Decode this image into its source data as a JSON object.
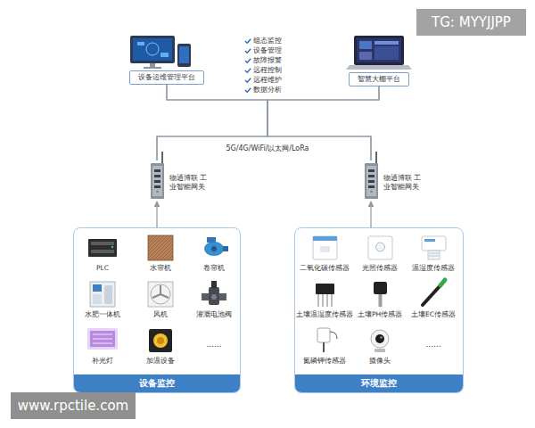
{
  "diagram": {
    "nodes": [
      {
        "text": [
          "设备运维管理平台"
        ]
      },
      {
        "text": [
          "智慧大棚平台"
        ]
      },
      {
        "text": [
          "物通博联 工业智能网关"
        ]
      },
      {
        "text": [
          "物通博联 工业智能网关"
        ]
      },
      {
        "text": [
          "设备监控"
        ]
      },
      {
        "text": [
          "PLC"
        ],
        "in": 4
      },
      {
        "text": [
          "水帘机"
        ],
        "in": 4
      },
      {
        "text": [
          "卷帘机"
        ],
        "in": 4
      },
      {
        "text": [
          "水肥一体机"
        ],
        "in": 4
      },
      {
        "text": [
          "风机"
        ],
        "in": 4
      },
      {
        "text": [
          "灌溉电池阀"
        ],
        "in": 4
      },
      {
        "text": [
          "补光灯"
        ],
        "in": 4
      },
      {
        "text": [
          "加温设备"
        ],
        "in": 4
      },
      {
        "text": [
          "环境监控"
        ]
      },
      {
        "text": [
          "二氧化碳传感器"
        ],
        "in": 13
      },
      {
        "text": [
          "光照传感器"
        ],
        "in": 13
      },
      {
        "text": [
          "温湿度传感器"
        ],
        "in": 13
      },
      {
        "text": [
          "土壤温湿度传感器"
        ],
        "in": 13
      },
      {
        "text": [
          "土壤PH传感器"
        ],
        "in": 13
      },
      {
        "text": [
          "土壤EC传感器"
        ],
        "in": 13
      },
      {
        "text": [
          "氮磷钾传感器"
        ],
        "in": 13
      },
      {
        "text": [
          "摄像头"
        ],
        "in": 13
      }
    ],
    "edges": [
      {
        "from": 0,
        "to": 2,
        "arrow": "none"
      },
      {
        "from": 0,
        "to": 3,
        "arrow": "none"
      },
      {
        "from": 1,
        "to": 2,
        "arrow": "none"
      },
      {
        "from": 1,
        "to": 3,
        "arrow": "none"
      },
      {
        "from": 4,
        "to": 2,
        "arrow": "to"
      },
      {
        "from": 13,
        "to": 3,
        "arrow": "to"
      }
    ],
    "labels": [
      "TG: MYYJJPP",
      "组态监控",
      "设备管理",
      "故障报警",
      "远程控制",
      "远程维护",
      "数据分析",
      "5G/4G/WiFi/以太网/LoRa",
      "......",
      "......",
      "www.rpctile.com"
    ]
  }
}
